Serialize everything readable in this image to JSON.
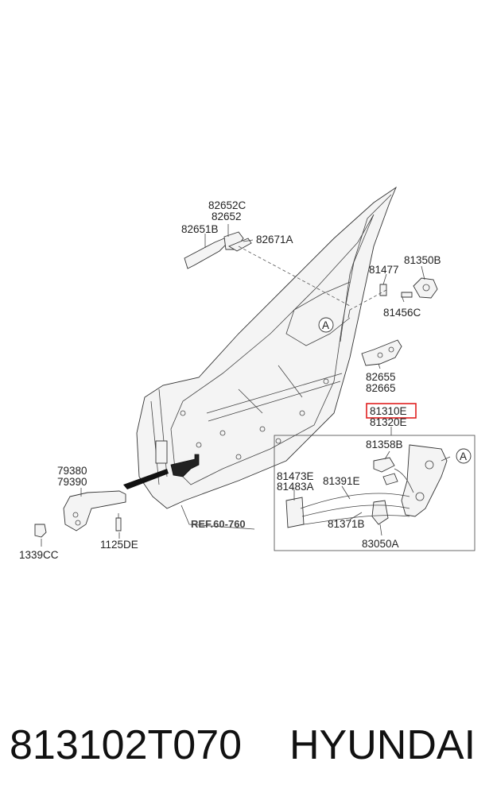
{
  "labels": {
    "p82652C": "82652C",
    "p82652": "82652",
    "p82651B": "82651B",
    "p82671A": "82671A",
    "p81477": "81477",
    "p81350B": "81350B",
    "p81456C": "81456C",
    "p82655": "82655",
    "p82665": "82665",
    "p81310E": "81310E",
    "p81320E": "81320E",
    "p81358B": "81358B",
    "p81473E": "81473E",
    "p81483A": "81483A",
    "p81391E": "81391E",
    "p81371B": "81371B",
    "p83050A": "83050A",
    "p79380": "79380",
    "p79390": "79390",
    "p1339CC": "1339CC",
    "p1125DE": "1125DE",
    "ref": "REF.60-760",
    "markerA1": "A",
    "markerA2": "A"
  },
  "footer": {
    "part_number": "813102T070",
    "brand": "HYUNDAI"
  },
  "colors": {
    "highlight": "#e02020",
    "line": "#444444"
  }
}
